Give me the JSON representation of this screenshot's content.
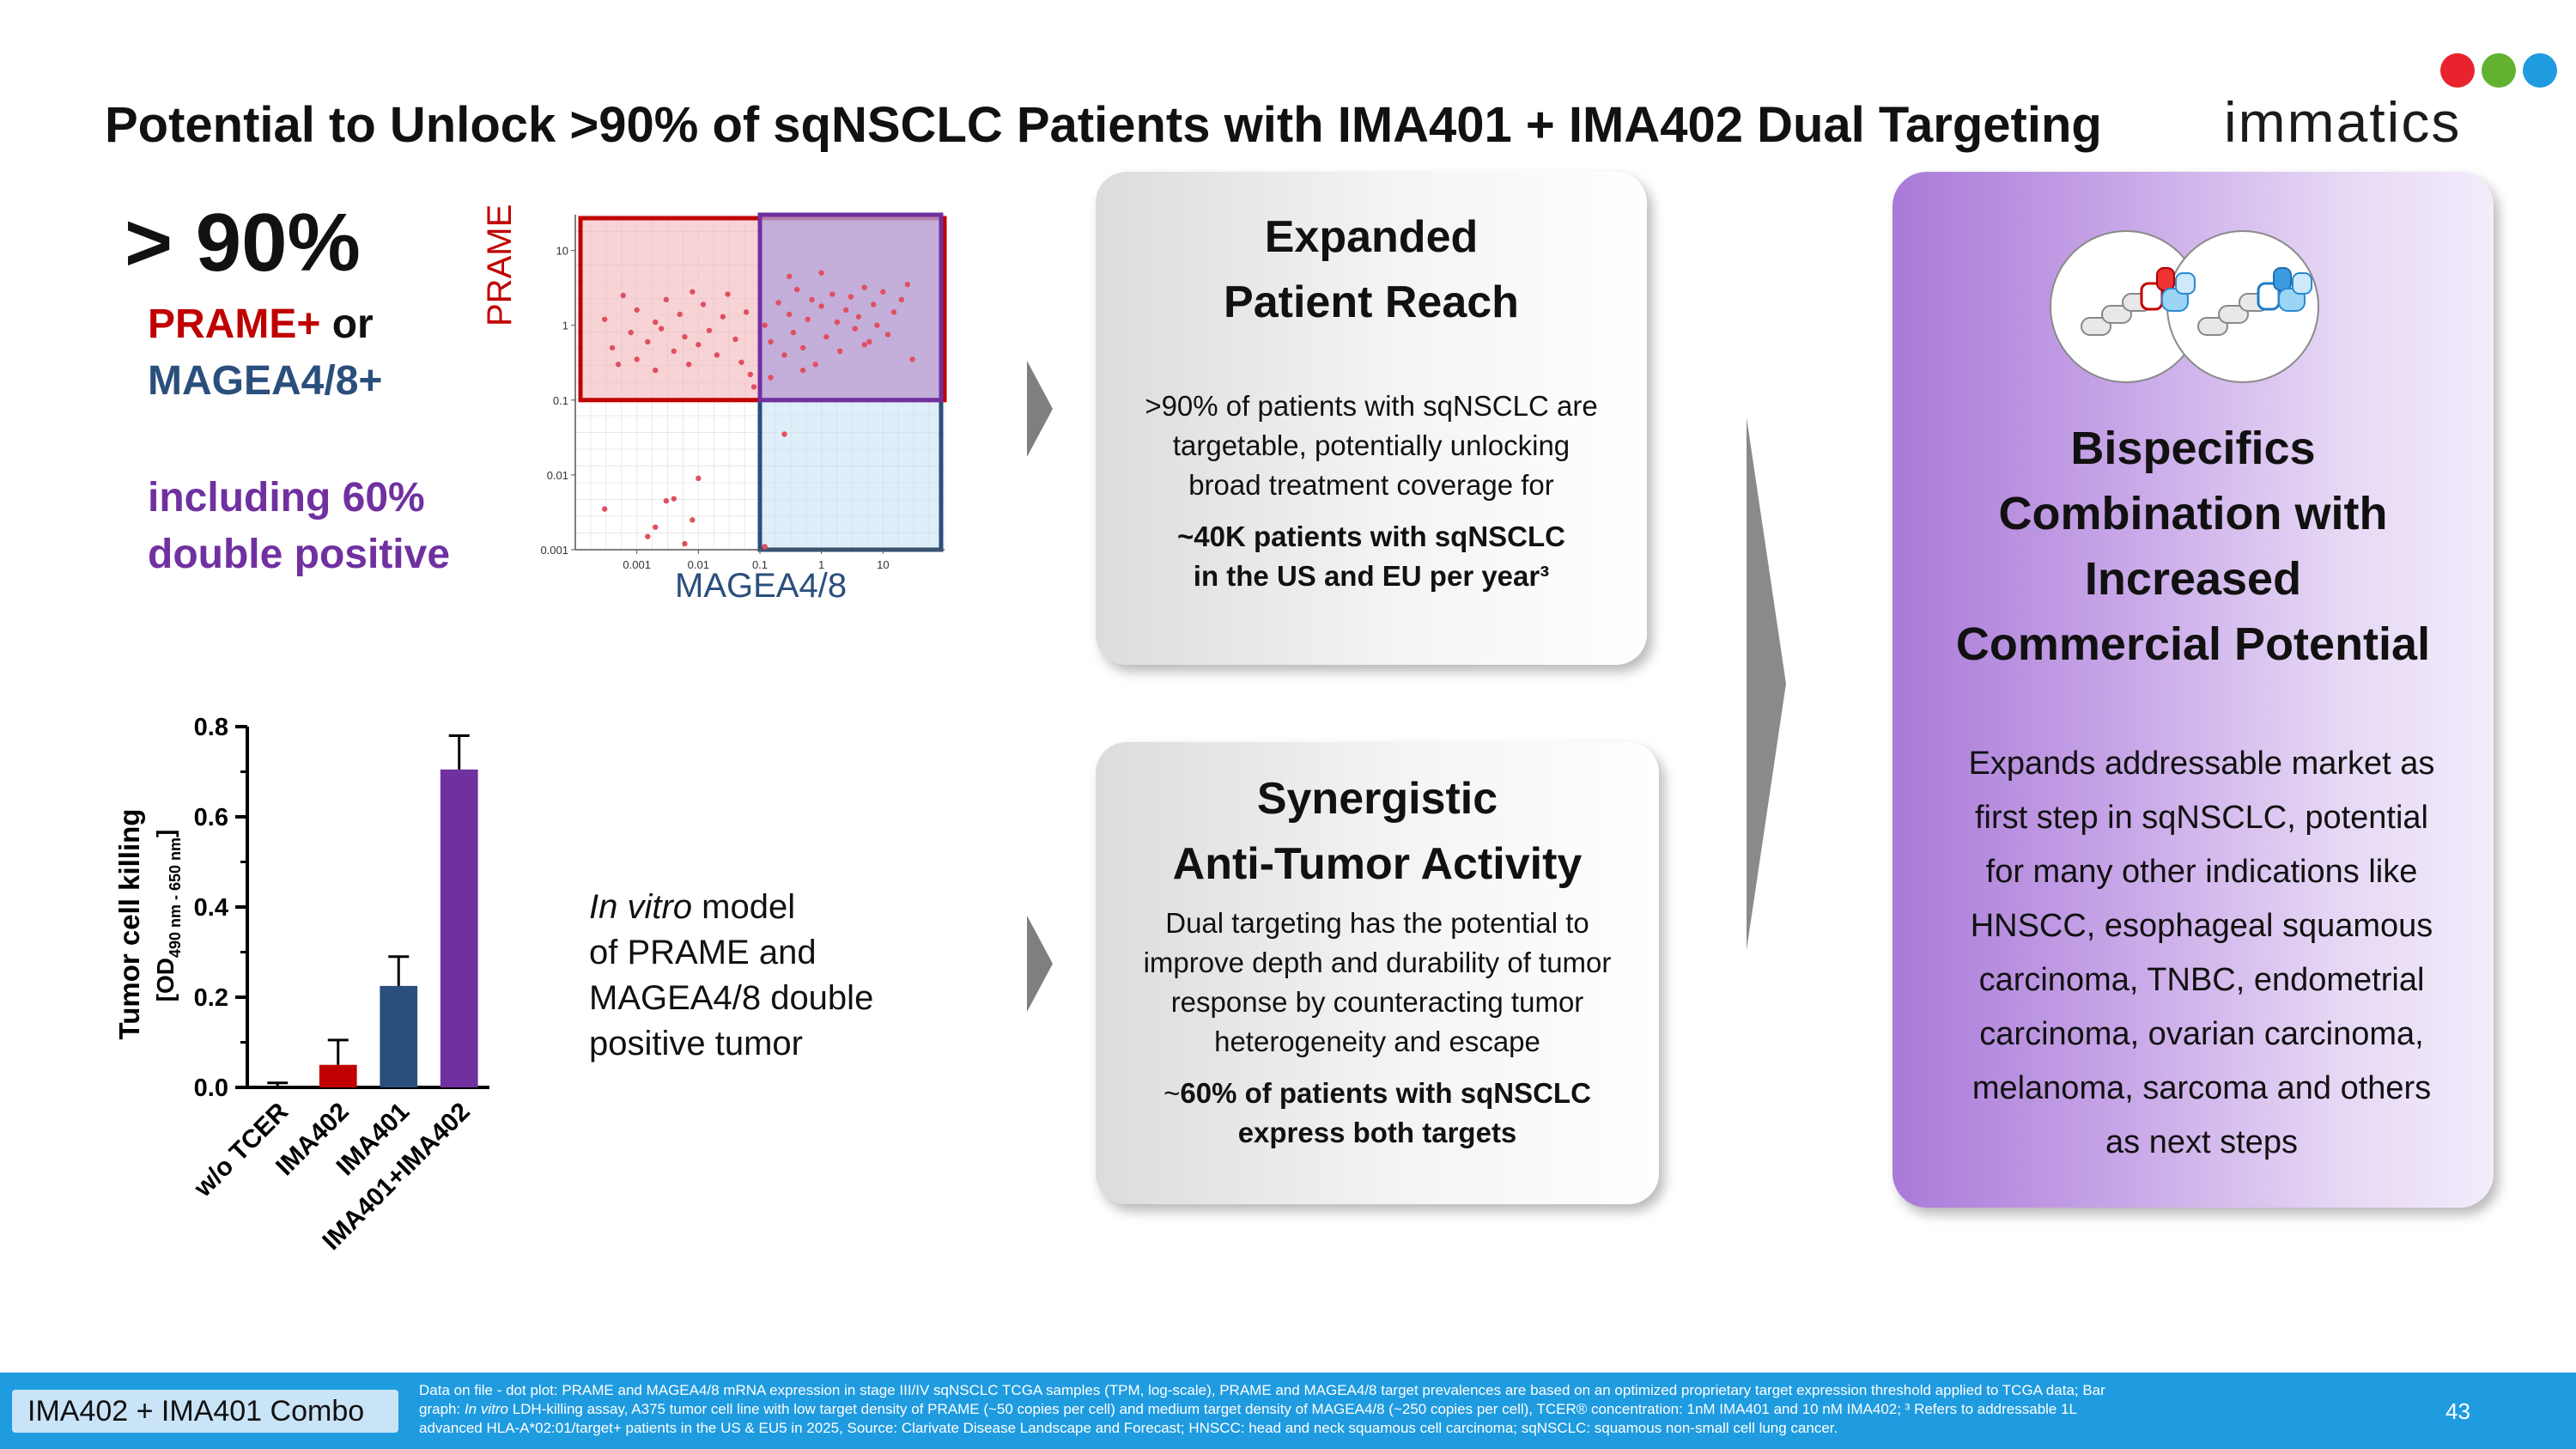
{
  "title": "Potential to Unlock >90% of sqNSCLC Patients with IMA401 + IMA402 Dual Targeting",
  "logo": {
    "text": "immatics",
    "colors": [
      "#e8232e",
      "#62b22f",
      "#1f9be0"
    ]
  },
  "stats": {
    "big": "> 90%",
    "prame": "PRAME+",
    "or": " or",
    "magea": "MAGEA4/8+",
    "double_line1": "including 60%",
    "double_line2": "double positive"
  },
  "invitro": {
    "italic": "In vitro",
    "line1_rest": " model",
    "line2": "of PRAME and",
    "line3": "MAGEA4/8 double",
    "line4": "positive tumor"
  },
  "box1": {
    "title_line1": "Expanded",
    "title_line2": "Patient Reach",
    "body_line1": ">90% of patients with sqNSCLC are",
    "body_line2": "targetable, potentially unlocking",
    "body_line3": "broad treatment coverage for",
    "bold_line1": "~40K patients with sqNSCLC",
    "bold_line2": "in the US and EU per year³"
  },
  "box2": {
    "title_line1": "Synergistic",
    "title_line2": "Anti-Tumor Activity",
    "body_line1": "Dual targeting has the potential to",
    "body_line2": "improve depth and durability of tumor",
    "body_line3": "response by counteracting tumor",
    "body_line4": "heterogeneity and escape",
    "bold_prefix": "~",
    "bold_line1": "60% of patients with sqNSCLC",
    "bold_line2": "express both targets"
  },
  "box3": {
    "title_line1": "Bispecifics",
    "title_line2": "Combination with",
    "title_line3": "Increased",
    "title_line4": "Commercial Potential",
    "body_line1": "Expands addressable market as",
    "body_line2": "first step in sqNSCLC, potential",
    "body_line3": "for many other indications like",
    "body_line4": "HNSCC, esophageal squamous",
    "body_line5": "carcinoma, TNBC, endometrial",
    "body_line6": "carcinoma, ovarian carcinoma,",
    "body_line7": "melanoma, sarcoma and others",
    "body_line8": "as next steps"
  },
  "footer": {
    "tag": "IMA402 + IMA401 Combo",
    "note_line1": "Data on file - dot plot: PRAME and MAGEA4/8 mRNA expression in stage III/IV sqNSCLC TCGA samples (TPM, log-scale), PRAME and MAGEA4/8 target prevalences are based on an optimized proprietary target expression threshold applied to TCGA data; Bar",
    "note_line2_pre": "graph: ",
    "note_line2_italic": "In vitro",
    "note_line2_post": " LDH-killing assay, A375 tumor cell line with low target density of PRAME (~50 copies per cell) and medium target density of MAGEA4/8 (~250 copies per cell), TCER® concentration: 1nM IMA401 and 10 nM IMA402; ³ Refers to addressable 1L",
    "note_line3": "advanced HLA-A*02:01/target+ patients in the US & EU5 in 2025, Source: Clarivate Disease Landscape and Forecast; HNSCC: head and neck squamous cell carcinoma; sqNSCLC: squamous non-small cell lung cancer.",
    "page": "43"
  },
  "chart_data": [
    {
      "type": "scatter",
      "xlabel": "MAGEA4/8",
      "ylabel": "PRAME",
      "log_x": true,
      "log_y": true,
      "xlim": [
        0.0001,
        100
      ],
      "ylim": [
        0.001,
        30
      ],
      "x_ticks": [
        "0.001",
        "0.01",
        "0.1",
        "1",
        "10"
      ],
      "y_ticks": [
        "10",
        "1",
        "0.1",
        "0.01",
        "0.001"
      ],
      "grid": true,
      "point_color": "#e05060",
      "quadrant_colors": {
        "prame": "#c00000",
        "magea": "#2a4f7c",
        "double": "#7030a0"
      },
      "points": [
        [
          0.0003,
          1.2
        ],
        [
          0.0004,
          0.5
        ],
        [
          0.0005,
          0.3
        ],
        [
          0.0006,
          2.5
        ],
        [
          0.0008,
          0.8
        ],
        [
          0.001,
          1.6
        ],
        [
          0.001,
          0.35
        ],
        [
          0.0015,
          0.6
        ],
        [
          0.002,
          1.1
        ],
        [
          0.002,
          0.25
        ],
        [
          0.0025,
          0.9
        ],
        [
          0.003,
          2.2
        ],
        [
          0.004,
          0.45
        ],
        [
          0.005,
          1.4
        ],
        [
          0.006,
          0.7
        ],
        [
          0.007,
          0.3
        ],
        [
          0.008,
          2.8
        ],
        [
          0.01,
          0.55
        ],
        [
          0.012,
          1.9
        ],
        [
          0.015,
          0.85
        ],
        [
          0.02,
          0.4
        ],
        [
          0.025,
          1.3
        ],
        [
          0.03,
          2.6
        ],
        [
          0.04,
          0.65
        ],
        [
          0.05,
          0.32
        ],
        [
          0.06,
          1.5
        ],
        [
          0.07,
          0.22
        ],
        [
          0.08,
          0.15
        ],
        [
          0.12,
          1.0
        ],
        [
          0.15,
          0.6
        ],
        [
          0.2,
          2.0
        ],
        [
          0.25,
          0.4
        ],
        [
          0.3,
          1.4
        ],
        [
          0.35,
          0.8
        ],
        [
          0.4,
          3.0
        ],
        [
          0.5,
          0.5
        ],
        [
          0.6,
          1.2
        ],
        [
          0.7,
          2.2
        ],
        [
          0.8,
          0.3
        ],
        [
          1.0,
          1.8
        ],
        [
          1.2,
          0.7
        ],
        [
          1.5,
          2.6
        ],
        [
          1.8,
          1.1
        ],
        [
          2.0,
          0.45
        ],
        [
          2.5,
          1.6
        ],
        [
          3.0,
          2.4
        ],
        [
          3.5,
          0.9
        ],
        [
          4.0,
          1.3
        ],
        [
          5.0,
          3.2
        ],
        [
          6.0,
          0.6
        ],
        [
          7.0,
          1.9
        ],
        [
          8.0,
          1.0
        ],
        [
          10.0,
          2.8
        ],
        [
          12.0,
          0.75
        ],
        [
          15.0,
          1.5
        ],
        [
          20.0,
          2.2
        ],
        [
          25.0,
          3.5
        ],
        [
          30.0,
          0.35
        ],
        [
          0.3,
          4.5
        ],
        [
          1.0,
          5.0
        ],
        [
          0.15,
          0.2
        ],
        [
          0.5,
          0.25
        ],
        [
          5.0,
          0.55
        ],
        [
          0.25,
          0.035
        ],
        [
          0.0003,
          0.0035
        ],
        [
          0.002,
          0.002
        ],
        [
          0.003,
          0.0045
        ],
        [
          0.004,
          0.0048
        ],
        [
          0.008,
          0.0025
        ],
        [
          0.01,
          0.009
        ],
        [
          0.0015,
          0.0015
        ],
        [
          0.006,
          0.0012
        ],
        [
          0.12,
          0.0011
        ]
      ]
    },
    {
      "type": "bar",
      "categories": [
        "w/o TCER",
        "IMA402",
        "IMA401",
        "IMA401+IMA402"
      ],
      "values": [
        0.0,
        0.05,
        0.225,
        0.705
      ],
      "errors": [
        0.01,
        0.055,
        0.065,
        0.075
      ],
      "colors": [
        "#333333",
        "#c00000",
        "#2a4f7c",
        "#7030a0"
      ],
      "ylabel": "Tumor cell killing",
      "ylabel2_main": "[OD",
      "ylabel2_sub": "490 nm - 650 nm",
      "ylabel2_end": "]",
      "ylim": [
        0,
        0.8
      ],
      "y_ticks": [
        "0.0",
        "0.2",
        "0.4",
        "0.6",
        "0.8"
      ]
    }
  ]
}
